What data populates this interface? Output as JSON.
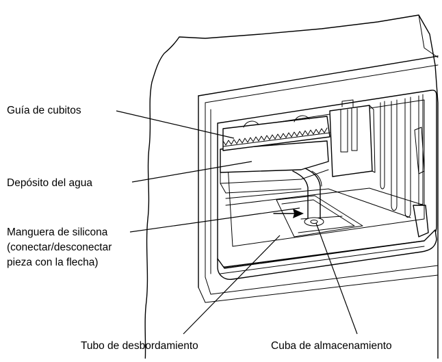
{
  "labels": {
    "cube_guide": "Guía de cubitos",
    "water_tank": "Depósito del agua",
    "silicone_hose_line1": "Manguera de silicona",
    "silicone_hose_line2": "(conectar/desconectar",
    "silicone_hose_line3": "pieza con la flecha)",
    "overflow_tube": "Tubo de desbordamiento",
    "storage_tray": "Cuba de almacenamiento"
  }
}
